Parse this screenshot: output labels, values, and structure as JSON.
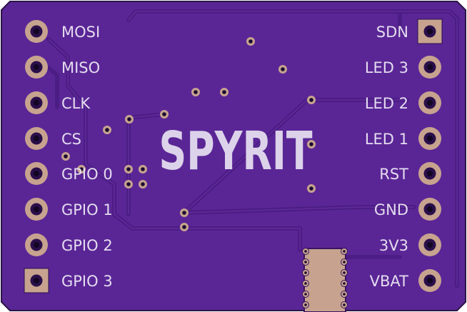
{
  "board": {
    "logo": "SPYRIT",
    "colors": {
      "soldermask": "#5a2696",
      "trace": "#4e1f87",
      "pad_copper": "#c7a38f",
      "pad_ring": "#2a0f4a",
      "silkscreen": "#e4dcef",
      "edge": "#2b1545"
    },
    "left_pins": [
      {
        "label": "MOSI",
        "pad": "round"
      },
      {
        "label": "MISO",
        "pad": "round"
      },
      {
        "label": "CLK",
        "pad": "round"
      },
      {
        "label": "CS",
        "pad": "round"
      },
      {
        "label": "GPIO 0",
        "pad": "round"
      },
      {
        "label": "GPIO 1",
        "pad": "round"
      },
      {
        "label": "GPIO 2",
        "pad": "round"
      },
      {
        "label": "GPIO 3",
        "pad": "square"
      }
    ],
    "right_pins": [
      {
        "label": "SDN",
        "pad": "square"
      },
      {
        "label": "LED 3",
        "pad": "round"
      },
      {
        "label": "LED 2",
        "pad": "round"
      },
      {
        "label": "LED 1",
        "pad": "round"
      },
      {
        "label": "RST",
        "pad": "round"
      },
      {
        "label": "GND",
        "pad": "round"
      },
      {
        "label": "3V3",
        "pad": "round"
      },
      {
        "label": "VBAT",
        "pad": "round"
      }
    ]
  }
}
